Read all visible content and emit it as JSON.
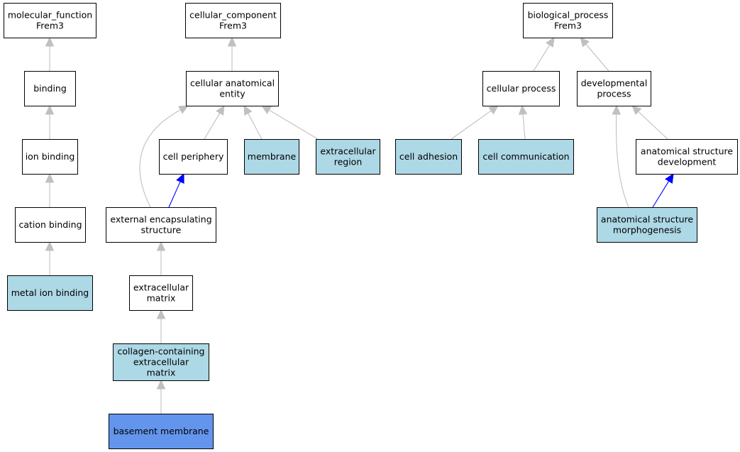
{
  "colors": {
    "plain_node": "#ffffff",
    "annotated_node": "#add8e6",
    "target_node": "#6495ed",
    "is_a_edge": "#c0c0c0",
    "part_of_edge": "#0000ff"
  },
  "nodes": [
    {
      "id": "mf",
      "kind": "plain",
      "lines": [
        "molecular_function",
        "Frem3"
      ]
    },
    {
      "id": "binding",
      "kind": "plain",
      "lines": [
        "binding"
      ]
    },
    {
      "id": "ion_binding",
      "kind": "plain",
      "lines": [
        "ion binding"
      ]
    },
    {
      "id": "cation_binding",
      "kind": "plain",
      "lines": [
        "cation binding"
      ]
    },
    {
      "id": "metal_ion_binding",
      "kind": "annotated",
      "lines": [
        "metal ion binding"
      ]
    },
    {
      "id": "cc",
      "kind": "plain",
      "lines": [
        "cellular_component",
        "Frem3"
      ]
    },
    {
      "id": "cae",
      "kind": "plain",
      "lines": [
        "cellular anatomical",
        "entity"
      ]
    },
    {
      "id": "cell_periphery",
      "kind": "plain",
      "lines": [
        "cell periphery"
      ]
    },
    {
      "id": "membrane",
      "kind": "annotated",
      "lines": [
        "membrane"
      ]
    },
    {
      "id": "extracellular_region",
      "kind": "annotated",
      "lines": [
        "extracellular",
        "region"
      ]
    },
    {
      "id": "ext_encap",
      "kind": "plain",
      "lines": [
        "external encapsulating",
        "structure"
      ]
    },
    {
      "id": "ecm",
      "kind": "plain",
      "lines": [
        "extracellular",
        "matrix"
      ]
    },
    {
      "id": "collagen_ecm",
      "kind": "annotated",
      "lines": [
        "collagen-containing",
        "extracellular",
        "matrix"
      ]
    },
    {
      "id": "basement_membrane",
      "kind": "target",
      "lines": [
        "basement membrane"
      ]
    },
    {
      "id": "bp",
      "kind": "plain",
      "lines": [
        "biological_process",
        "Frem3"
      ]
    },
    {
      "id": "cellular_process",
      "kind": "plain",
      "lines": [
        "cellular process"
      ]
    },
    {
      "id": "developmental_process",
      "kind": "plain",
      "lines": [
        "developmental",
        "process"
      ]
    },
    {
      "id": "cell_adhesion",
      "kind": "annotated",
      "lines": [
        "cell adhesion"
      ]
    },
    {
      "id": "cell_communication",
      "kind": "annotated",
      "lines": [
        "cell communication"
      ]
    },
    {
      "id": "asd",
      "kind": "plain",
      "lines": [
        "anatomical structure",
        "development"
      ]
    },
    {
      "id": "asm",
      "kind": "annotated",
      "lines": [
        "anatomical structure",
        "morphogenesis"
      ]
    }
  ],
  "edges": [
    {
      "from": "binding",
      "to": "mf",
      "type": "is_a"
    },
    {
      "from": "ion_binding",
      "to": "binding",
      "type": "is_a"
    },
    {
      "from": "cation_binding",
      "to": "ion_binding",
      "type": "is_a"
    },
    {
      "from": "metal_ion_binding",
      "to": "cation_binding",
      "type": "is_a"
    },
    {
      "from": "cae",
      "to": "cc",
      "type": "is_a"
    },
    {
      "from": "cell_periphery",
      "to": "cae",
      "type": "is_a"
    },
    {
      "from": "membrane",
      "to": "cae",
      "type": "is_a"
    },
    {
      "from": "extracellular_region",
      "to": "cae",
      "type": "is_a"
    },
    {
      "from": "ext_encap",
      "to": "cae",
      "type": "is_a"
    },
    {
      "from": "ext_encap",
      "to": "cell_periphery",
      "type": "part_of"
    },
    {
      "from": "ecm",
      "to": "ext_encap",
      "type": "is_a"
    },
    {
      "from": "collagen_ecm",
      "to": "ecm",
      "type": "is_a"
    },
    {
      "from": "basement_membrane",
      "to": "collagen_ecm",
      "type": "is_a"
    },
    {
      "from": "cellular_process",
      "to": "bp",
      "type": "is_a"
    },
    {
      "from": "developmental_process",
      "to": "bp",
      "type": "is_a"
    },
    {
      "from": "cell_adhesion",
      "to": "cellular_process",
      "type": "is_a"
    },
    {
      "from": "cell_communication",
      "to": "cellular_process",
      "type": "is_a"
    },
    {
      "from": "asd",
      "to": "developmental_process",
      "type": "is_a"
    },
    {
      "from": "asm",
      "to": "developmental_process",
      "type": "is_a"
    },
    {
      "from": "asm",
      "to": "asd",
      "type": "part_of"
    }
  ]
}
